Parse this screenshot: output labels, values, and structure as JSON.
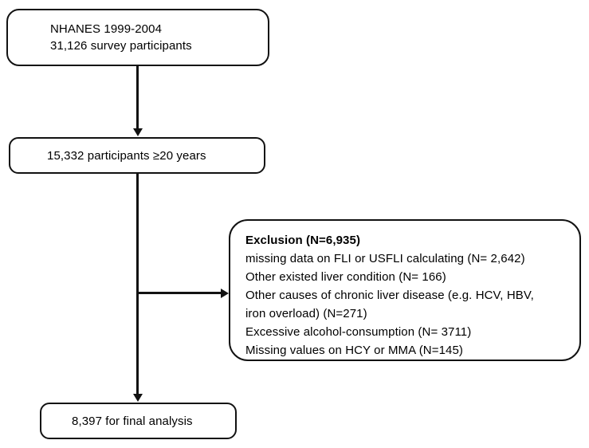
{
  "figure": {
    "type": "flowchart",
    "orientation": "vertical",
    "background_color": "#ffffff",
    "line_color": "#121212"
  },
  "nodes": {
    "source": {
      "label": "NHANES 1999-2004\n31,126 survey participants",
      "line1": "NHANES 1999-2004",
      "line2": "31,126 survey participants",
      "survey": "NHANES",
      "years": "1999-2004",
      "count": "31,126"
    },
    "eligible": {
      "label": "15,332 participants ≥20 years",
      "count": "15,332",
      "age_criterion": "≥20 years"
    },
    "exclusion": {
      "title": "Exclusion (N=6,935)",
      "total": "6,935",
      "reasons": [
        "missing data on FLI or USFLI calculating (N= 2,642)",
        "Other existed liver condition (N= 166)",
        "Other causes of chronic liver disease (e.g. HCV, HBV,",
        "iron overload) (N=271)",
        "Excessive alcohol-consumption (N= 3711)",
        "Missing values on HCY or MMA (N=145)"
      ],
      "body": "missing data on FLI or USFLI calculating (N= 2,642)\nOther existed liver condition (N= 166)\nOther causes of chronic liver disease (e.g. HCV, HBV,\niron overload) (N=271)\nExcessive alcohol-consumption (N= 3711)\nMissing values on HCY or MMA (N=145)"
    },
    "final": {
      "label": "8,397 for final analysis",
      "count": "8,397"
    }
  },
  "edges": [
    {
      "name": "source-to-eligible",
      "from": "source",
      "to": "eligible",
      "direction": "down",
      "arrowhead": true
    },
    {
      "name": "eligible-to-final",
      "from": "eligible",
      "to": "final",
      "direction": "down",
      "arrowhead": true
    },
    {
      "name": "branch-to-exclusion",
      "from": "eligible-to-final",
      "to": "exclusion",
      "direction": "right",
      "arrowhead": true
    }
  ]
}
